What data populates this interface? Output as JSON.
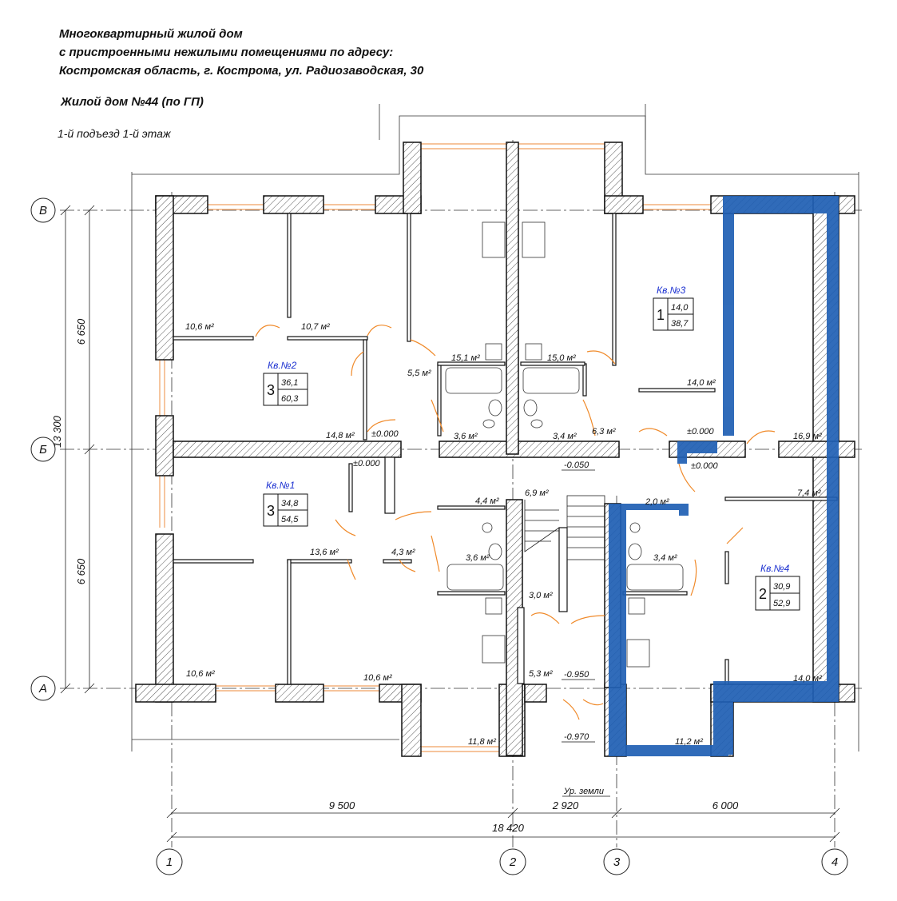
{
  "header": {
    "line1": "Многоквартирный жилой дом",
    "line2": "с пристроенными нежилыми помещениями по адресу:",
    "line3": "Костромская область, г. Кострома, ул. Радиозаводская, 30",
    "building": "Жилой дом №44 (по ГП)",
    "floor": "1-й подъезд 1-й этаж"
  },
  "apartments": [
    {
      "label": "Кв.№1",
      "rooms": "3",
      "living": "34,8",
      "total": "54,5"
    },
    {
      "label": "Кв.№2",
      "rooms": "3",
      "living": "36,1",
      "total": "60,3"
    },
    {
      "label": "Кв.№3",
      "rooms": "1",
      "living": "14,0",
      "total": "38,7"
    },
    {
      "label": "Кв.№4",
      "rooms": "2",
      "living": "30,9",
      "total": "52,9"
    }
  ],
  "rooms": [
    "10,6 м²",
    "10,7 м²",
    "5,5 м²",
    "15,1 м²",
    "15,0 м²",
    "14,0 м²",
    "14,8 м²",
    "3,6 м²",
    "3,4 м²",
    "6,3 м²",
    "16,9 м²",
    "4,4 м²",
    "6,9 м²",
    "2,0 м²",
    "7,4 м²",
    "13,6 м²",
    "4,3 м²",
    "3,6 м²",
    "3,4 м²",
    "3,0 м²",
    "10,6 м²",
    "10,6 м²",
    "5,3 м²",
    "14,0 м²",
    "11,8 м²",
    "11,2 м²"
  ],
  "levels": [
    "±0.000",
    "±0.000",
    "±0.000",
    "±0.000",
    "-0.050",
    "-0.950",
    "-0.970"
  ],
  "ground_label": "Ур. земли",
  "axes": {
    "rows": [
      "В",
      "Б",
      "А"
    ],
    "cols": [
      "1",
      "2",
      "3",
      "4"
    ]
  },
  "dimensions": {
    "h1": "9 500",
    "h2": "2 920",
    "h3": "6 000",
    "h_total": "18 420",
    "v1": "6 650",
    "v2": "6 650",
    "v_total": "13 300"
  },
  "colors": {
    "highlight": "#1f5fb4",
    "door": "#f08a2a",
    "window": "#f0a060",
    "apt_label": "#1a2fd0"
  }
}
